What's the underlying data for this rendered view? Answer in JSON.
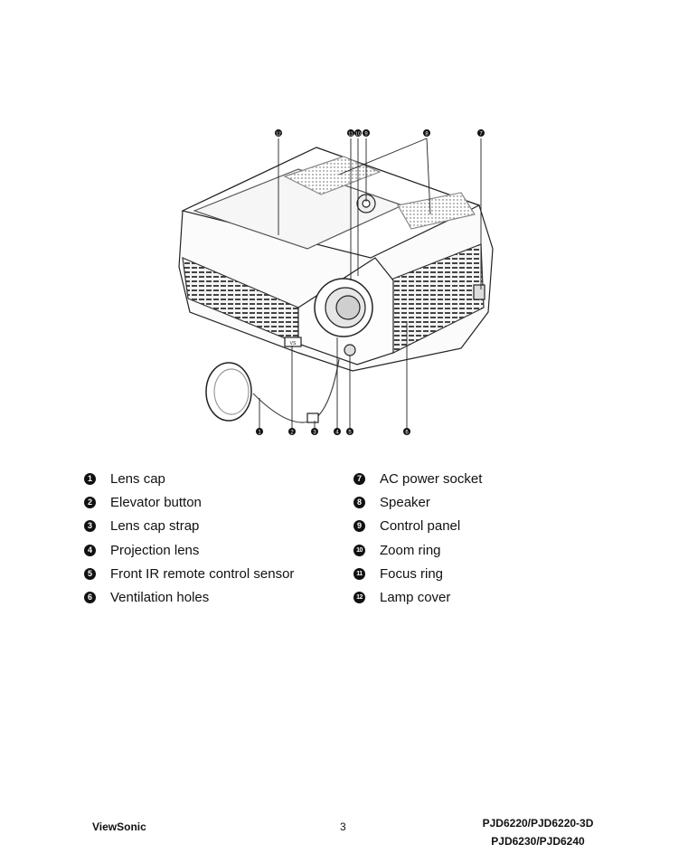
{
  "figure": {
    "callouts_top": [
      "12",
      "11",
      "10",
      "9",
      "8",
      "7"
    ],
    "callouts_bottom": [
      "1",
      "2",
      "3",
      "4",
      "5",
      "6"
    ],
    "badge_label": "VS"
  },
  "legend": {
    "left": [
      {
        "num": "1",
        "label": "Lens cap"
      },
      {
        "num": "2",
        "label": "Elevator button"
      },
      {
        "num": "3",
        "label": "Lens cap strap"
      },
      {
        "num": "4",
        "label": "Projection lens"
      },
      {
        "num": "5",
        "label": "Front IR remote control sensor"
      },
      {
        "num": "6",
        "label": "Ventilation holes"
      }
    ],
    "right": [
      {
        "num": "7",
        "label": "AC power socket"
      },
      {
        "num": "8",
        "label": "Speaker"
      },
      {
        "num": "9",
        "label": "Control panel"
      },
      {
        "num": "10",
        "label": "Zoom ring"
      },
      {
        "num": "11",
        "label": "Focus ring"
      },
      {
        "num": "12",
        "label": "Lamp cover"
      }
    ]
  },
  "footer": {
    "brand": "ViewSonic",
    "page": "3",
    "model_line1": "PJD6220/PJD6220-3D",
    "model_line2": "PJD6230/PJD6240"
  }
}
